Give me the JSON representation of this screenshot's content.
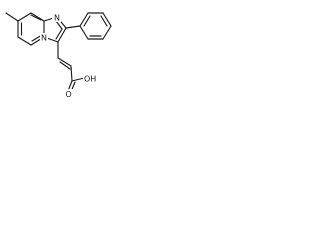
{
  "molecule": {
    "atom_labels": {
      "bridgehead_n": "N",
      "imidazole_n": "N",
      "carboxyl_oh": "OH",
      "carbonyl_o": "O"
    }
  },
  "colors": {
    "bond": "#1a1a1a",
    "background": "#ffffff"
  }
}
